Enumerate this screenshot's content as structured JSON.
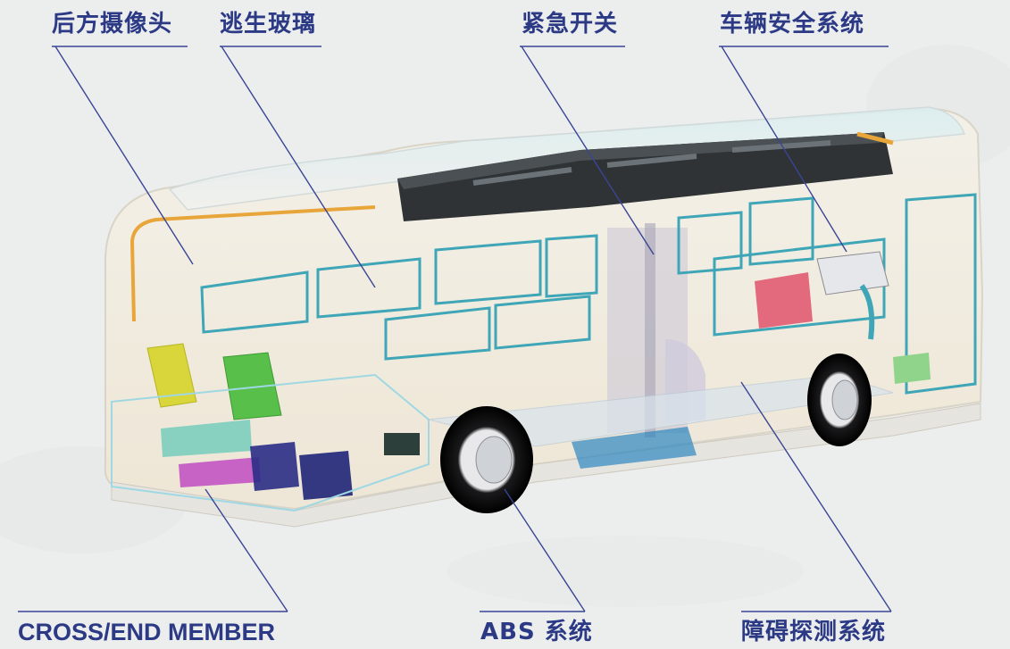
{
  "callouts": {
    "rear_camera": "后方摄像头",
    "escape_glass": "逃生玻璃",
    "emergency_switch": "紧急开关",
    "vehicle_safety": "车辆安全系统",
    "cross_end_member": "CROSS/END MEMBER",
    "abs": "ABS 系统",
    "obstacle_detection": "障碍探测系统"
  },
  "colors": {
    "label": "#2c3a86",
    "leader_line": "#3a4596",
    "window_frame": "#3fa6b8",
    "battery_pack": "#2f3336",
    "background": "#eceeed"
  }
}
